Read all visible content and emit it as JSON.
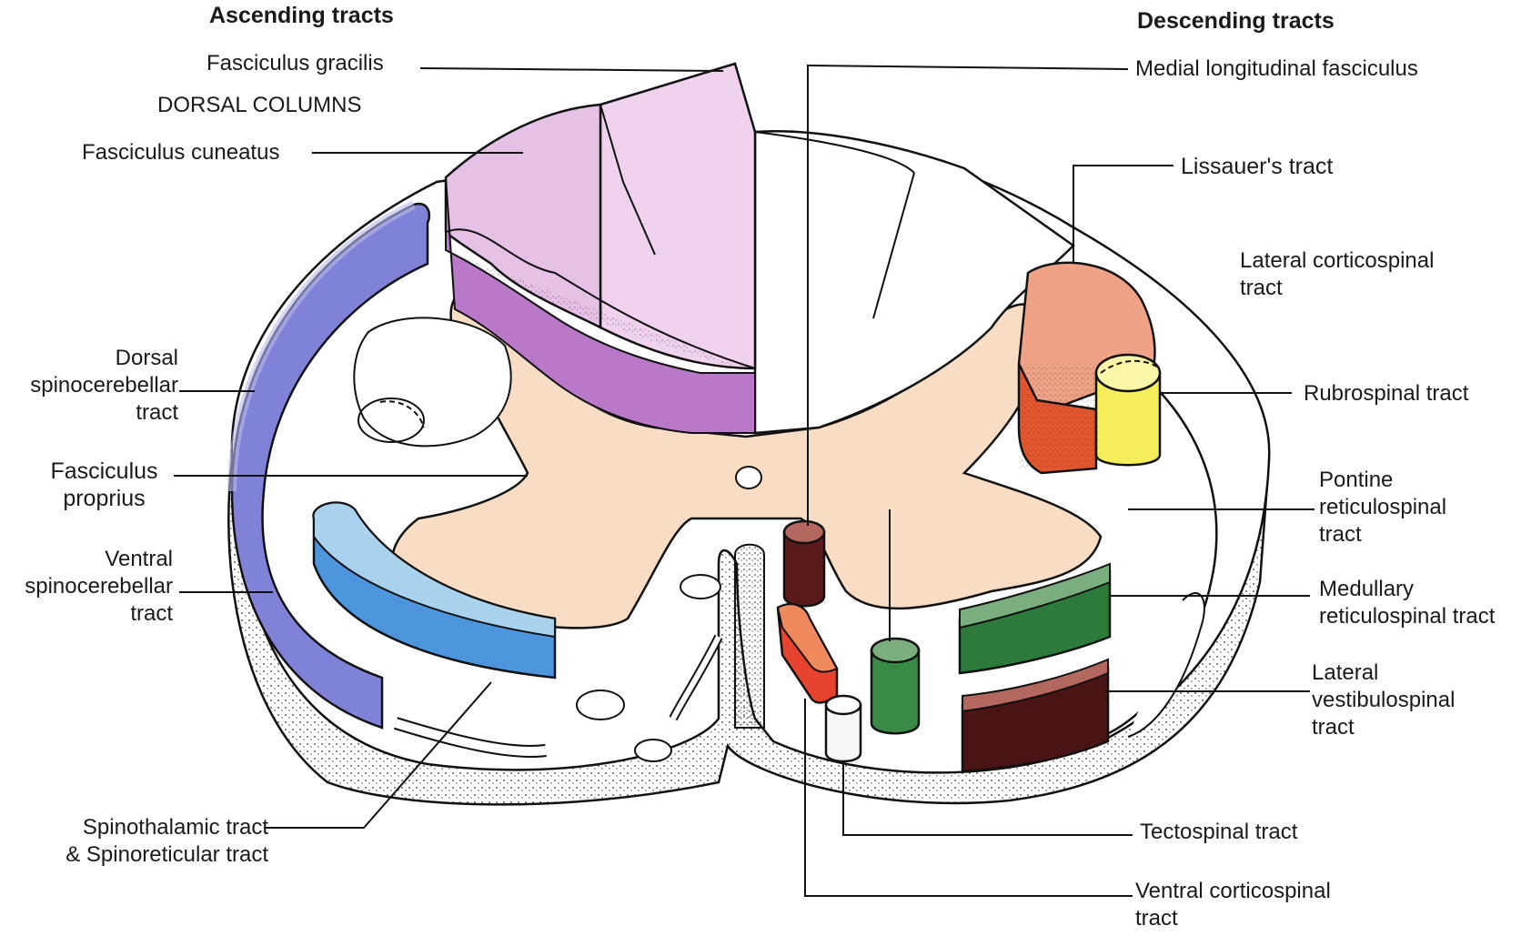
{
  "headings": {
    "ascending": "Ascending tracts",
    "descending": "Descending tracts",
    "dorsal_columns": "DORSAL COLUMNS"
  },
  "ascending_labels": {
    "fasciculus_gracilis": "Fasciculus gracilis",
    "fasciculus_cuneatus": "Fasciculus cuneatus",
    "dorsal_spinocerebellar": [
      "Dorsal",
      "spinocerebellar",
      "tract"
    ],
    "fasciculus_proprius": [
      "Fasciculus",
      "proprius"
    ],
    "ventral_spinocerebellar": [
      "Ventral",
      "spinocerebellar",
      "tract"
    ],
    "spinothalamic": [
      "Spinothalamic tract",
      "& Spinoreticular tract"
    ]
  },
  "descending_labels": {
    "medial_longitudinal": "Medial longitudinal fasciculus",
    "lissauer": "Lissauer's tract",
    "lateral_corticospinal": [
      "Lateral corticospinal",
      "tract"
    ],
    "rubrospinal": "Rubrospinal tract",
    "pontine_reticulospinal": [
      "Pontine",
      "reticulospinal",
      "tract"
    ],
    "medullary_reticulospinal": [
      "Medullary",
      "reticulospinal tract"
    ],
    "lateral_vestibulospinal": [
      "Lateral",
      "vestibulospinal",
      "tract"
    ],
    "tectospinal": "Tectospinal tract",
    "ventral_corticospinal": [
      "Ventral corticospinal",
      "tract"
    ]
  },
  "colors": {
    "gracilis": "#f1d2ee",
    "cuneatus": "#e6c1e6",
    "cuneatus_deep": "#b978c8",
    "gray_matter": "#f8dcc4",
    "dorsal_spinocerebellar": "#7f82d6",
    "ventral_spinocerebellar": "#4d95dd",
    "ventral_spinocerebellar_top": "#a9d2ef",
    "lateral_corticospinal": "#f0a287",
    "lateral_corticospinal_side": "#e4572e",
    "rubrospinal": "#f5ee5a",
    "medullary_reticulospinal": "#2d7b3a",
    "pontine_reticulospinal": "#3a8a47",
    "lateral_vestibulospinal": "#4a1414",
    "ventral_corticospinal": "#e8432e",
    "medial_longitudinal": "#5a1a1a",
    "tectospinal": "#f6f6f6"
  }
}
